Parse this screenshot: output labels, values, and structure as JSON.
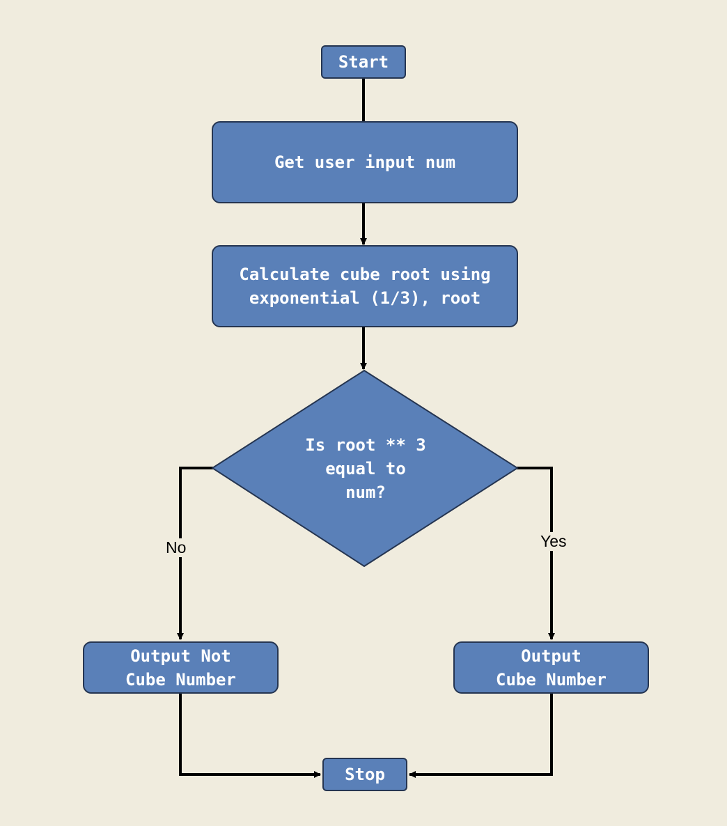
{
  "nodes": {
    "start": "Start",
    "input": "Get user input num",
    "calculate": "Calculate cube root using\nexponential (1/3), root",
    "decision": "Is root ** 3\nequal to\nnum?",
    "not_cube": "Output Not\nCube Number",
    "cube": "Output\nCube Number",
    "stop": "Stop"
  },
  "edges": {
    "no_label": "No",
    "yes_label": "Yes"
  },
  "colors": {
    "background": "#f0ecde",
    "node_fill": "#5a80b8",
    "node_border": "#253551",
    "node_text": "#ffffff",
    "connector": "#000000"
  }
}
